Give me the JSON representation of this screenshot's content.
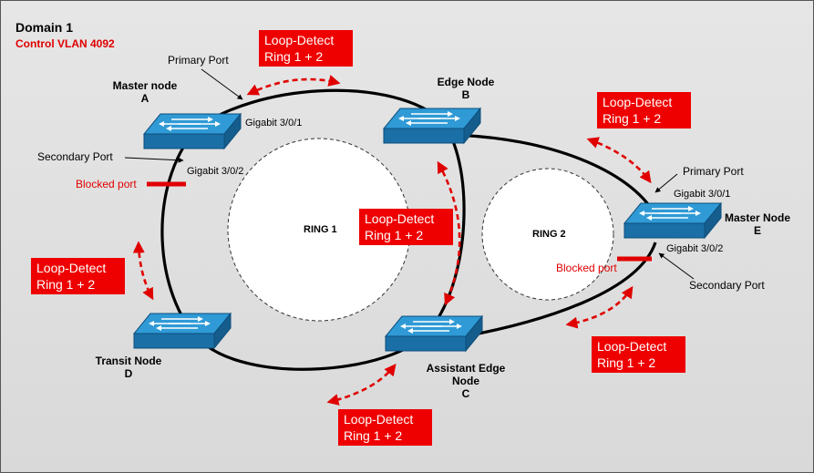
{
  "header": {
    "title": "Domain 1",
    "subtitle": "Control VLAN 4092"
  },
  "rings": [
    {
      "label": "RING 1"
    },
    {
      "label": "RING 2"
    }
  ],
  "nodes": [
    {
      "id": "A",
      "line1": "Master node",
      "line2": "A"
    },
    {
      "id": "B",
      "line1": "Edge Node",
      "line2": "B"
    },
    {
      "id": "C",
      "line1": "Assistant Edge",
      "line2": "Node",
      "line3": "C"
    },
    {
      "id": "D",
      "line1": "Transit Node",
      "line2": "D"
    },
    {
      "id": "E",
      "line1": "Master Node",
      "line2": "E"
    }
  ],
  "port_labels": {
    "a_primary": "Primary Port",
    "a_primary_port": "Gigabit 3/0/1",
    "a_secondary": "Secondary Port",
    "a_secondary_port": "Gigabit 3/0/2",
    "a_blocked": "Blocked port",
    "e_primary": "Primary Port",
    "e_primary_port": "Gigabit 3/0/1",
    "e_secondary_port": "Gigabit 3/0/2",
    "e_blocked": "Blocked port",
    "e_secondary": "Secondary Port"
  },
  "loop_detect": [
    {
      "line1": "Loop-Detect",
      "line2": "Ring 1 + 2"
    },
    {
      "line1": "Loop-Detect",
      "line2": "Ring 1 + 2"
    },
    {
      "line1": "Loop-Detect",
      "line2": "Ring 1 + 2"
    },
    {
      "line1": "Loop-Detect",
      "line2": "Ring 1 + 2"
    },
    {
      "line1": "Loop-Detect",
      "line2": "Ring 1 + 2"
    },
    {
      "line1": "Loop-Detect",
      "line2": "Ring 1 + 2"
    }
  ],
  "colors": {
    "loop_detect_box": "#ee0000",
    "loop_detect_arrow": "#e00000",
    "link": "#000000",
    "switch_top": "#2f9ad6",
    "switch_front": "#1a6fa6",
    "blocked_port": "#e00000",
    "ring_fill": "#ffffff"
  },
  "icons": [
    "switch-icon",
    "dashed-double-arrow-icon",
    "pointer-arrow-icon",
    "blocked-port-bar-icon"
  ]
}
